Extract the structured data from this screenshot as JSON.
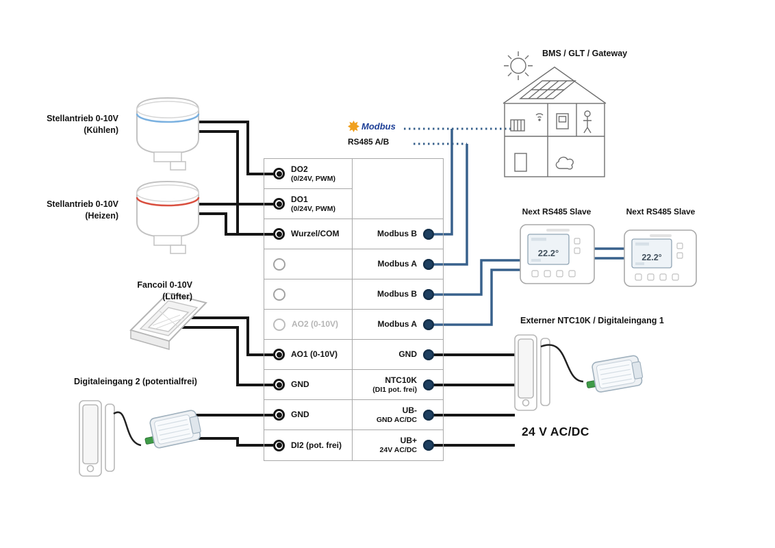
{
  "diagram": {
    "bms_label": "BMS / GLT / Gateway",
    "modbus_logo_text": "Modbus",
    "rs485_label": "RS485 A/B",
    "power_label": "24 V AC/DC"
  },
  "left_devices": {
    "actuator_cool": {
      "title": "Stellantrieb 0-10V",
      "sub": "(Kühlen)"
    },
    "actuator_heat": {
      "title": "Stellantrieb 0-10V",
      "sub": "(Heizen)"
    },
    "fancoil": {
      "title": "Fancoil 0-10V",
      "sub": "(Lüfter)"
    },
    "digital_input": {
      "title": "Digitaleingang 2 (potentialfrei)"
    }
  },
  "right_devices": {
    "slave1_label": "Next RS485 Slave",
    "slave2_label": "Next RS485 Slave",
    "ntc_label": "Externer NTC10K / Digitaleingang 1",
    "thermostat_display_temp": "22.2°"
  },
  "terminals": {
    "left": [
      {
        "label": "DO2",
        "sub": "(0/24V, PWM)"
      },
      {
        "label": "DO1",
        "sub": "(0/24V, PWM)"
      },
      {
        "label": "Wurzel/COM"
      },
      {
        "label": ""
      },
      {
        "label": ""
      },
      {
        "label": "AO2 (0-10V)"
      },
      {
        "label": "AO1 (0-10V)"
      },
      {
        "label": "GND"
      },
      {
        "label": "GND"
      },
      {
        "label": "DI2 (pot. frei)"
      }
    ],
    "right": [
      {
        "label": "Modbus B"
      },
      {
        "label": "Modbus A"
      },
      {
        "label": "Modbus B"
      },
      {
        "label": "Modbus A"
      },
      {
        "label": "GND"
      },
      {
        "label": "NTC10K",
        "sub": "(DI1 pot. frei)"
      },
      {
        "label": "UB-",
        "sub": "GND AC/DC"
      },
      {
        "label": "UB+",
        "sub": "24V AC/DC"
      }
    ]
  },
  "colors": {
    "wire_black": "#161616",
    "wire_blue": "#38618c",
    "terminal_navy": "#1e3f60",
    "accent_cool": "#7bb1e0",
    "accent_heat": "#d94f3f",
    "modbus_orange": "#f0a01e",
    "modbus_blue": "#1c3e96",
    "grid_gray": "#a8a8a8"
  }
}
